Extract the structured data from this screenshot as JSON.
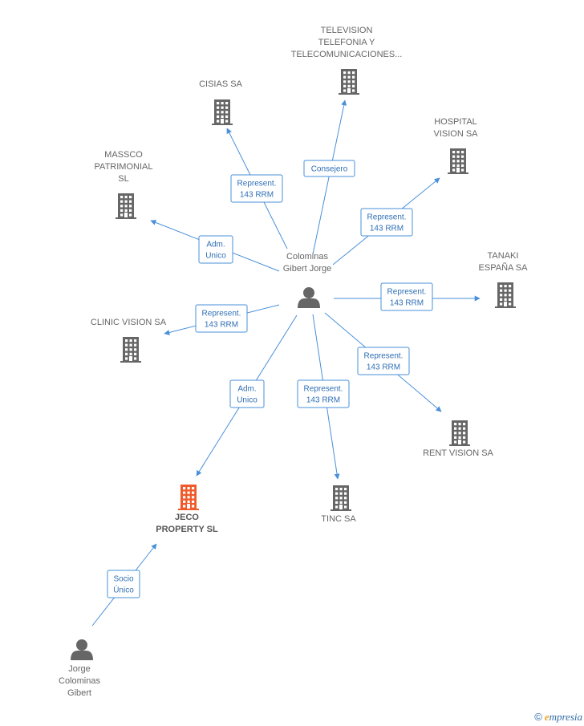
{
  "nodes": [
    {
      "id": "colominas",
      "type": "person",
      "color": "#666666",
      "label": [
        "Colominas",
        "Gibert Jorge"
      ]
    },
    {
      "id": "jorge",
      "type": "person",
      "color": "#666666",
      "label": [
        "Jorge",
        "Colominas",
        "Gibert"
      ]
    },
    {
      "id": "jeco",
      "type": "company",
      "color": "#f05a2a",
      "main": true,
      "label": [
        "JECO",
        "PROPERTY SL"
      ]
    },
    {
      "id": "television",
      "type": "company",
      "color": "#666666",
      "label": [
        "TELEVISION",
        "TELEFONIA Y",
        "TELECOMUNICACIONES..."
      ]
    },
    {
      "id": "cisias",
      "type": "company",
      "color": "#666666",
      "label": [
        "CISIAS SA"
      ]
    },
    {
      "id": "hospital",
      "type": "company",
      "color": "#666666",
      "label": [
        "HOSPITAL",
        "VISION SA"
      ]
    },
    {
      "id": "massco",
      "type": "company",
      "color": "#666666",
      "label": [
        "MASSCO",
        "PATRIMONIAL",
        "SL"
      ]
    },
    {
      "id": "tanaki",
      "type": "company",
      "color": "#666666",
      "label": [
        "TANAKI",
        "ESPAÑA SA"
      ]
    },
    {
      "id": "clinic",
      "type": "company",
      "color": "#666666",
      "label": [
        "CLINIC VISION SA"
      ]
    },
    {
      "id": "rent",
      "type": "company",
      "color": "#666666",
      "label": [
        "RENT VISION SA"
      ]
    },
    {
      "id": "tinc",
      "type": "company",
      "color": "#666666",
      "label": [
        "TINC SA"
      ]
    }
  ],
  "edges": [
    {
      "from": "colominas",
      "to": "television",
      "label": [
        "Consejero"
      ]
    },
    {
      "from": "colominas",
      "to": "cisias",
      "label": [
        "Represent.",
        "143 RRM"
      ]
    },
    {
      "from": "colominas",
      "to": "hospital",
      "label": [
        "Represent.",
        "143 RRM"
      ]
    },
    {
      "from": "colominas",
      "to": "massco",
      "label": [
        "Adm.",
        "Unico"
      ]
    },
    {
      "from": "colominas",
      "to": "tanaki",
      "label": [
        "Represent.",
        "143 RRM"
      ]
    },
    {
      "from": "colominas",
      "to": "clinic",
      "label": [
        "Represent.",
        "143 RRM"
      ]
    },
    {
      "from": "colominas",
      "to": "rent",
      "label": [
        "Represent.",
        "143 RRM"
      ]
    },
    {
      "from": "colominas",
      "to": "tinc",
      "label": [
        "Represent.",
        "143 RRM"
      ]
    },
    {
      "from": "colominas",
      "to": "jeco",
      "label": [
        "Adm.",
        "Unico"
      ]
    },
    {
      "from": "jorge",
      "to": "jeco",
      "label": [
        "Socio",
        "Único"
      ]
    }
  ],
  "colors": {
    "edge": "#4a90d9",
    "edge_text": "#2f6fb5",
    "main_company": "#f05a2a",
    "node": "#666666"
  },
  "footer": {
    "copyright": "©",
    "brand_initial": "e",
    "brand_rest": "mpresia"
  }
}
